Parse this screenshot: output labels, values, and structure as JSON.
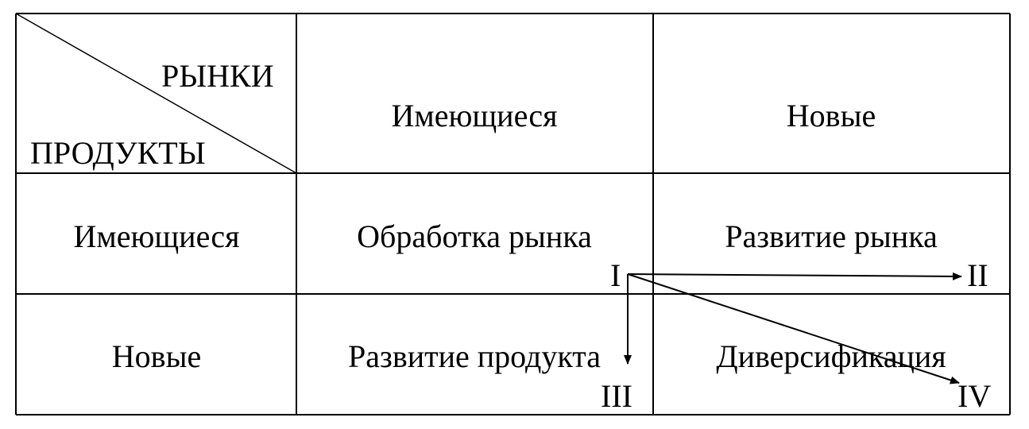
{
  "matrix": {
    "corner": {
      "markets_label": "РЫНКИ",
      "products_label": "ПРОДУКТЫ"
    },
    "column_headers": [
      "Имеющиеся",
      "Новые"
    ],
    "row_headers": [
      "Имеющиеся",
      "Новые"
    ],
    "cells": {
      "market_penetration": "Обработка рынка",
      "market_development": "Развитие рынка",
      "product_development": "Развитие продукта",
      "diversification": "Диверсификация"
    },
    "markers": {
      "I": "I",
      "II": "II",
      "III": "III",
      "IV": "IV"
    }
  },
  "colors": {
    "line": "#000000",
    "background": "#ffffff"
  }
}
